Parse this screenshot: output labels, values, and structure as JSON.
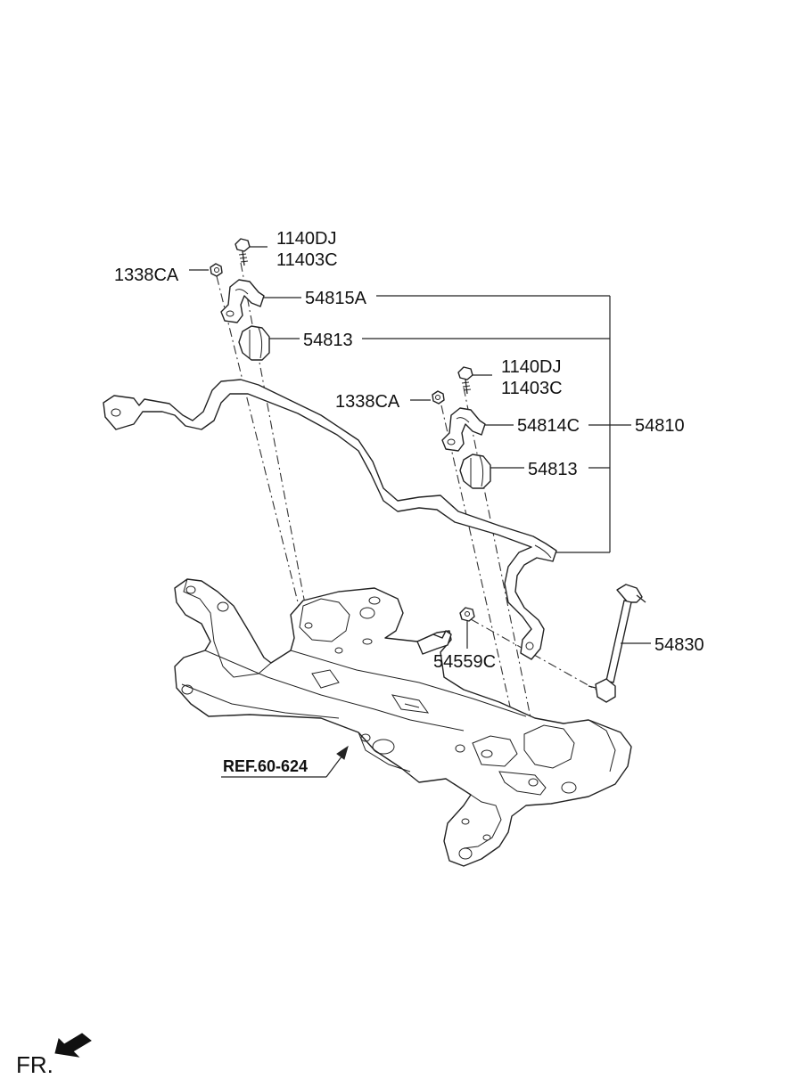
{
  "labels": {
    "bolt_left_1": "1140DJ",
    "bolt_left_2": "11403C",
    "nut_left": "1338CA",
    "bracket_left": "54815A",
    "bushing_left": "54813",
    "bolt_right_1": "1140DJ",
    "bolt_right_2": "11403C",
    "nut_right": "1338CA",
    "bracket_right": "54814C",
    "bar_assembly": "54810",
    "bushing_right": "54813",
    "link_nut": "54559C",
    "stabilizer_link": "54830",
    "reference": "REF.60-624",
    "front": "FR."
  },
  "colors": {
    "line": "#222222",
    "text": "#111111",
    "background": "#ffffff"
  },
  "icons": {
    "front_arrow": "front-direction-arrow-icon"
  }
}
